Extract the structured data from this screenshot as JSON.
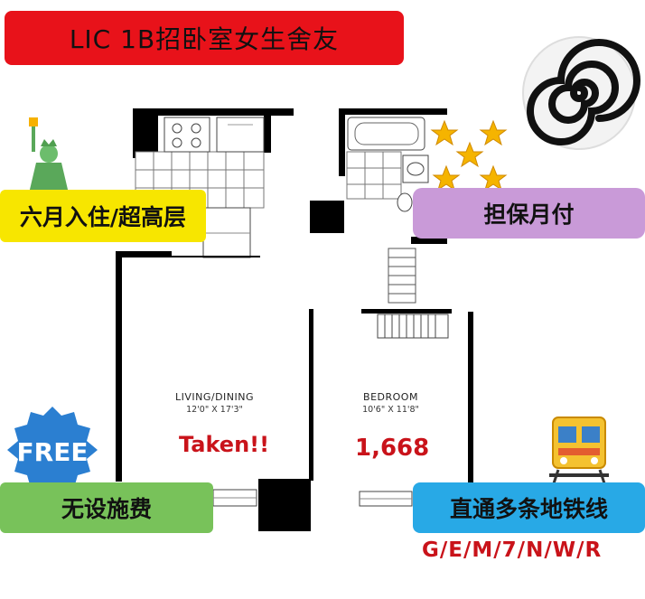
{
  "banner": {
    "title": "LIC 1B招卧室女生舍友"
  },
  "tags": {
    "move_in": "六月入住/超高层",
    "guarantee": "担保月付",
    "no_fee": "无设施费",
    "subway": "直通多条地铁线"
  },
  "rooms": {
    "living": {
      "label": "LIVING/DINING",
      "dims": "12'0\" X 17'3\"",
      "status": "Taken!!"
    },
    "bedroom": {
      "label": "BEDROOM",
      "dims": "10'6\" X 11'8\"",
      "price": "1,668"
    }
  },
  "badges": {
    "free": "FREE"
  },
  "subway_lines": "G/E/M/7/N/W/R",
  "colors": {
    "banner_red": "#e8121a",
    "tag_yellow": "#f7e600",
    "tag_purple": "#c99ad8",
    "tag_green": "#78c25a",
    "tag_blue": "#28a9e6",
    "price_red": "#c9131a",
    "free_badge_blue": "#2b7fd1"
  },
  "icons": [
    "statue-of-liberty-icon",
    "stars-icon",
    "spiral-logo-icon",
    "free-badge-icon",
    "train-icon"
  ]
}
